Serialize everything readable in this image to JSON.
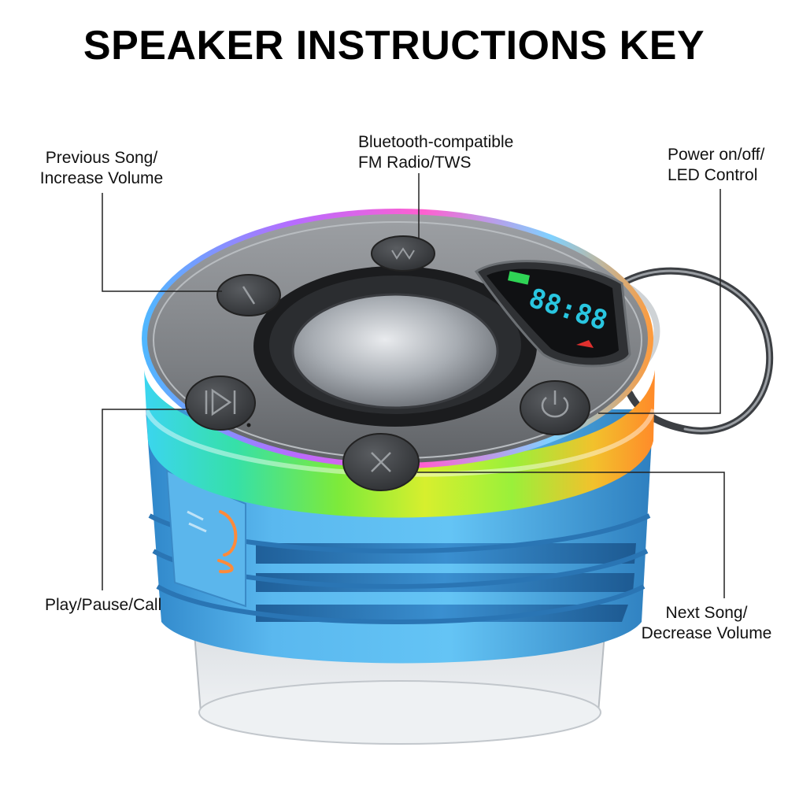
{
  "title": "SPEAKER INSTRUCTIONS KEY",
  "callouts": {
    "previous": {
      "line1": "Previous Song/",
      "line2": "Increase Volume"
    },
    "mode": {
      "line1": "Bluetooth-compatible",
      "line2": "FM Radio/TWS"
    },
    "power": {
      "line1": "Power on/off/",
      "line2": "LED Control"
    },
    "play": {
      "line1": "Play/Pause/Call"
    },
    "next": {
      "line1": "Next Song/",
      "line2": "Decrease Volume"
    }
  },
  "display": {
    "digits": "88:88"
  },
  "icons": {
    "mode_button": "m-icon",
    "previous_button": "minus-icon",
    "play_button": "play-pause-icon",
    "power_button": "power-icon",
    "next_button": "plus-icon"
  },
  "colors": {
    "body_blue": "#4aa9e6",
    "top_plate": "#8a8d91",
    "button": "#3e4044",
    "display_text": "#29c6e0"
  }
}
